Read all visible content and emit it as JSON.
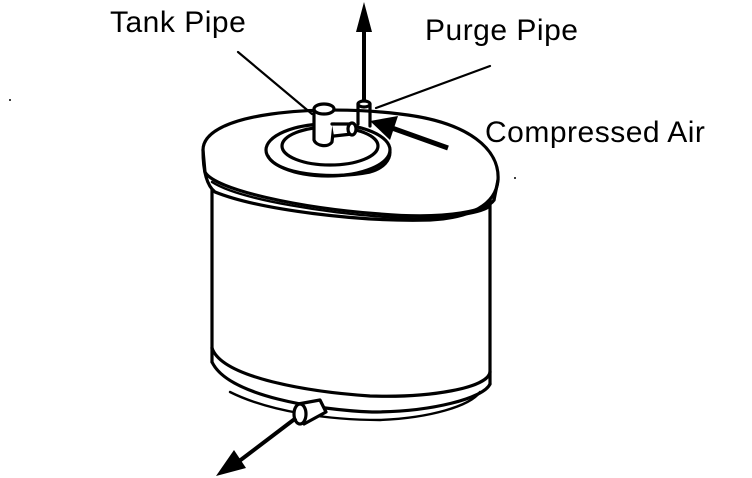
{
  "labels": {
    "tank_pipe": "Tank Pipe",
    "purge_pipe": "Purge Pipe",
    "compressed_air": "Compressed Air"
  },
  "colors": {
    "ink": "#000000",
    "paper": "#ffffff"
  }
}
